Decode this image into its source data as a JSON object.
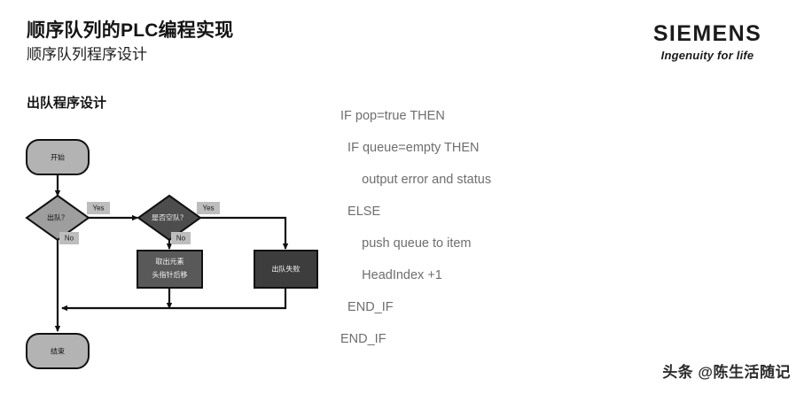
{
  "header": {
    "title": "顺序队列的PLC编程实现",
    "subtitle": "顺序队列程序设计"
  },
  "brand": {
    "wordmark": "SIEMENS",
    "tagline": "Ingenuity for life"
  },
  "section": {
    "heading": "出队程序设计"
  },
  "flowchart": {
    "nodes": {
      "start": "开始",
      "decision_dequeue": "出队？",
      "decision_empty": "是否空队？",
      "process_pop": "取出元素",
      "process_pop_line2": "头指针后移",
      "process_fail": "出队失败",
      "end": "结束"
    },
    "branches": {
      "dequeue_yes": "Yes",
      "dequeue_no": "No",
      "empty_yes": "Yes",
      "empty_no": "No"
    },
    "colors": {
      "terminator_fill": "#b3b3b3",
      "decision_dequeue_fill": "#9e9e9e",
      "decision_empty_fill": "#4d4d4d",
      "process_fill": "#595959",
      "process_fail_fill": "#3d3d3d",
      "branch_label_fill": "#bdbdbd",
      "stroke": "#111111"
    }
  },
  "code": {
    "lines": [
      "IF pop=true THEN",
      "  IF queue=empty THEN",
      "      output error and status",
      "  ELSE",
      "      push queue to item",
      "      HeadIndex +1",
      "  END_IF",
      "END_IF"
    ]
  },
  "watermark": {
    "text": "头条 @陈生活随记"
  }
}
